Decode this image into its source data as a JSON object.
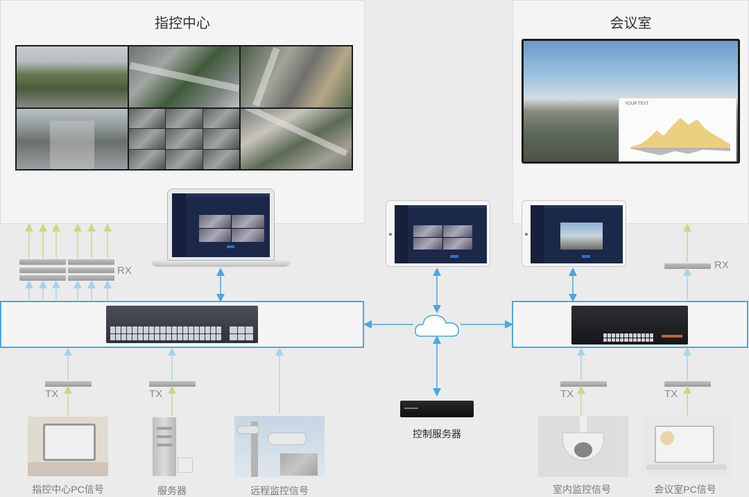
{
  "zones": {
    "command_center": {
      "title": "指控中心"
    },
    "meeting_room": {
      "title": "会议室"
    }
  },
  "labels": {
    "rx_left": "RX",
    "rx_right": "RX",
    "tx": "TX",
    "control_server": "控制服务器"
  },
  "sources": [
    {
      "label": "指控中心PC信号"
    },
    {
      "label": "服务器"
    },
    {
      "label": "远程监控信号"
    },
    {
      "label": "室内监控信号"
    },
    {
      "label": "会议室PC信号"
    }
  ],
  "big_screen_chart": {
    "title": "YOUR TEXT"
  },
  "colors": {
    "network_line": "#4aa8dd",
    "signal_line": "#c6d98a",
    "panel_border": "#dcdcdc"
  }
}
